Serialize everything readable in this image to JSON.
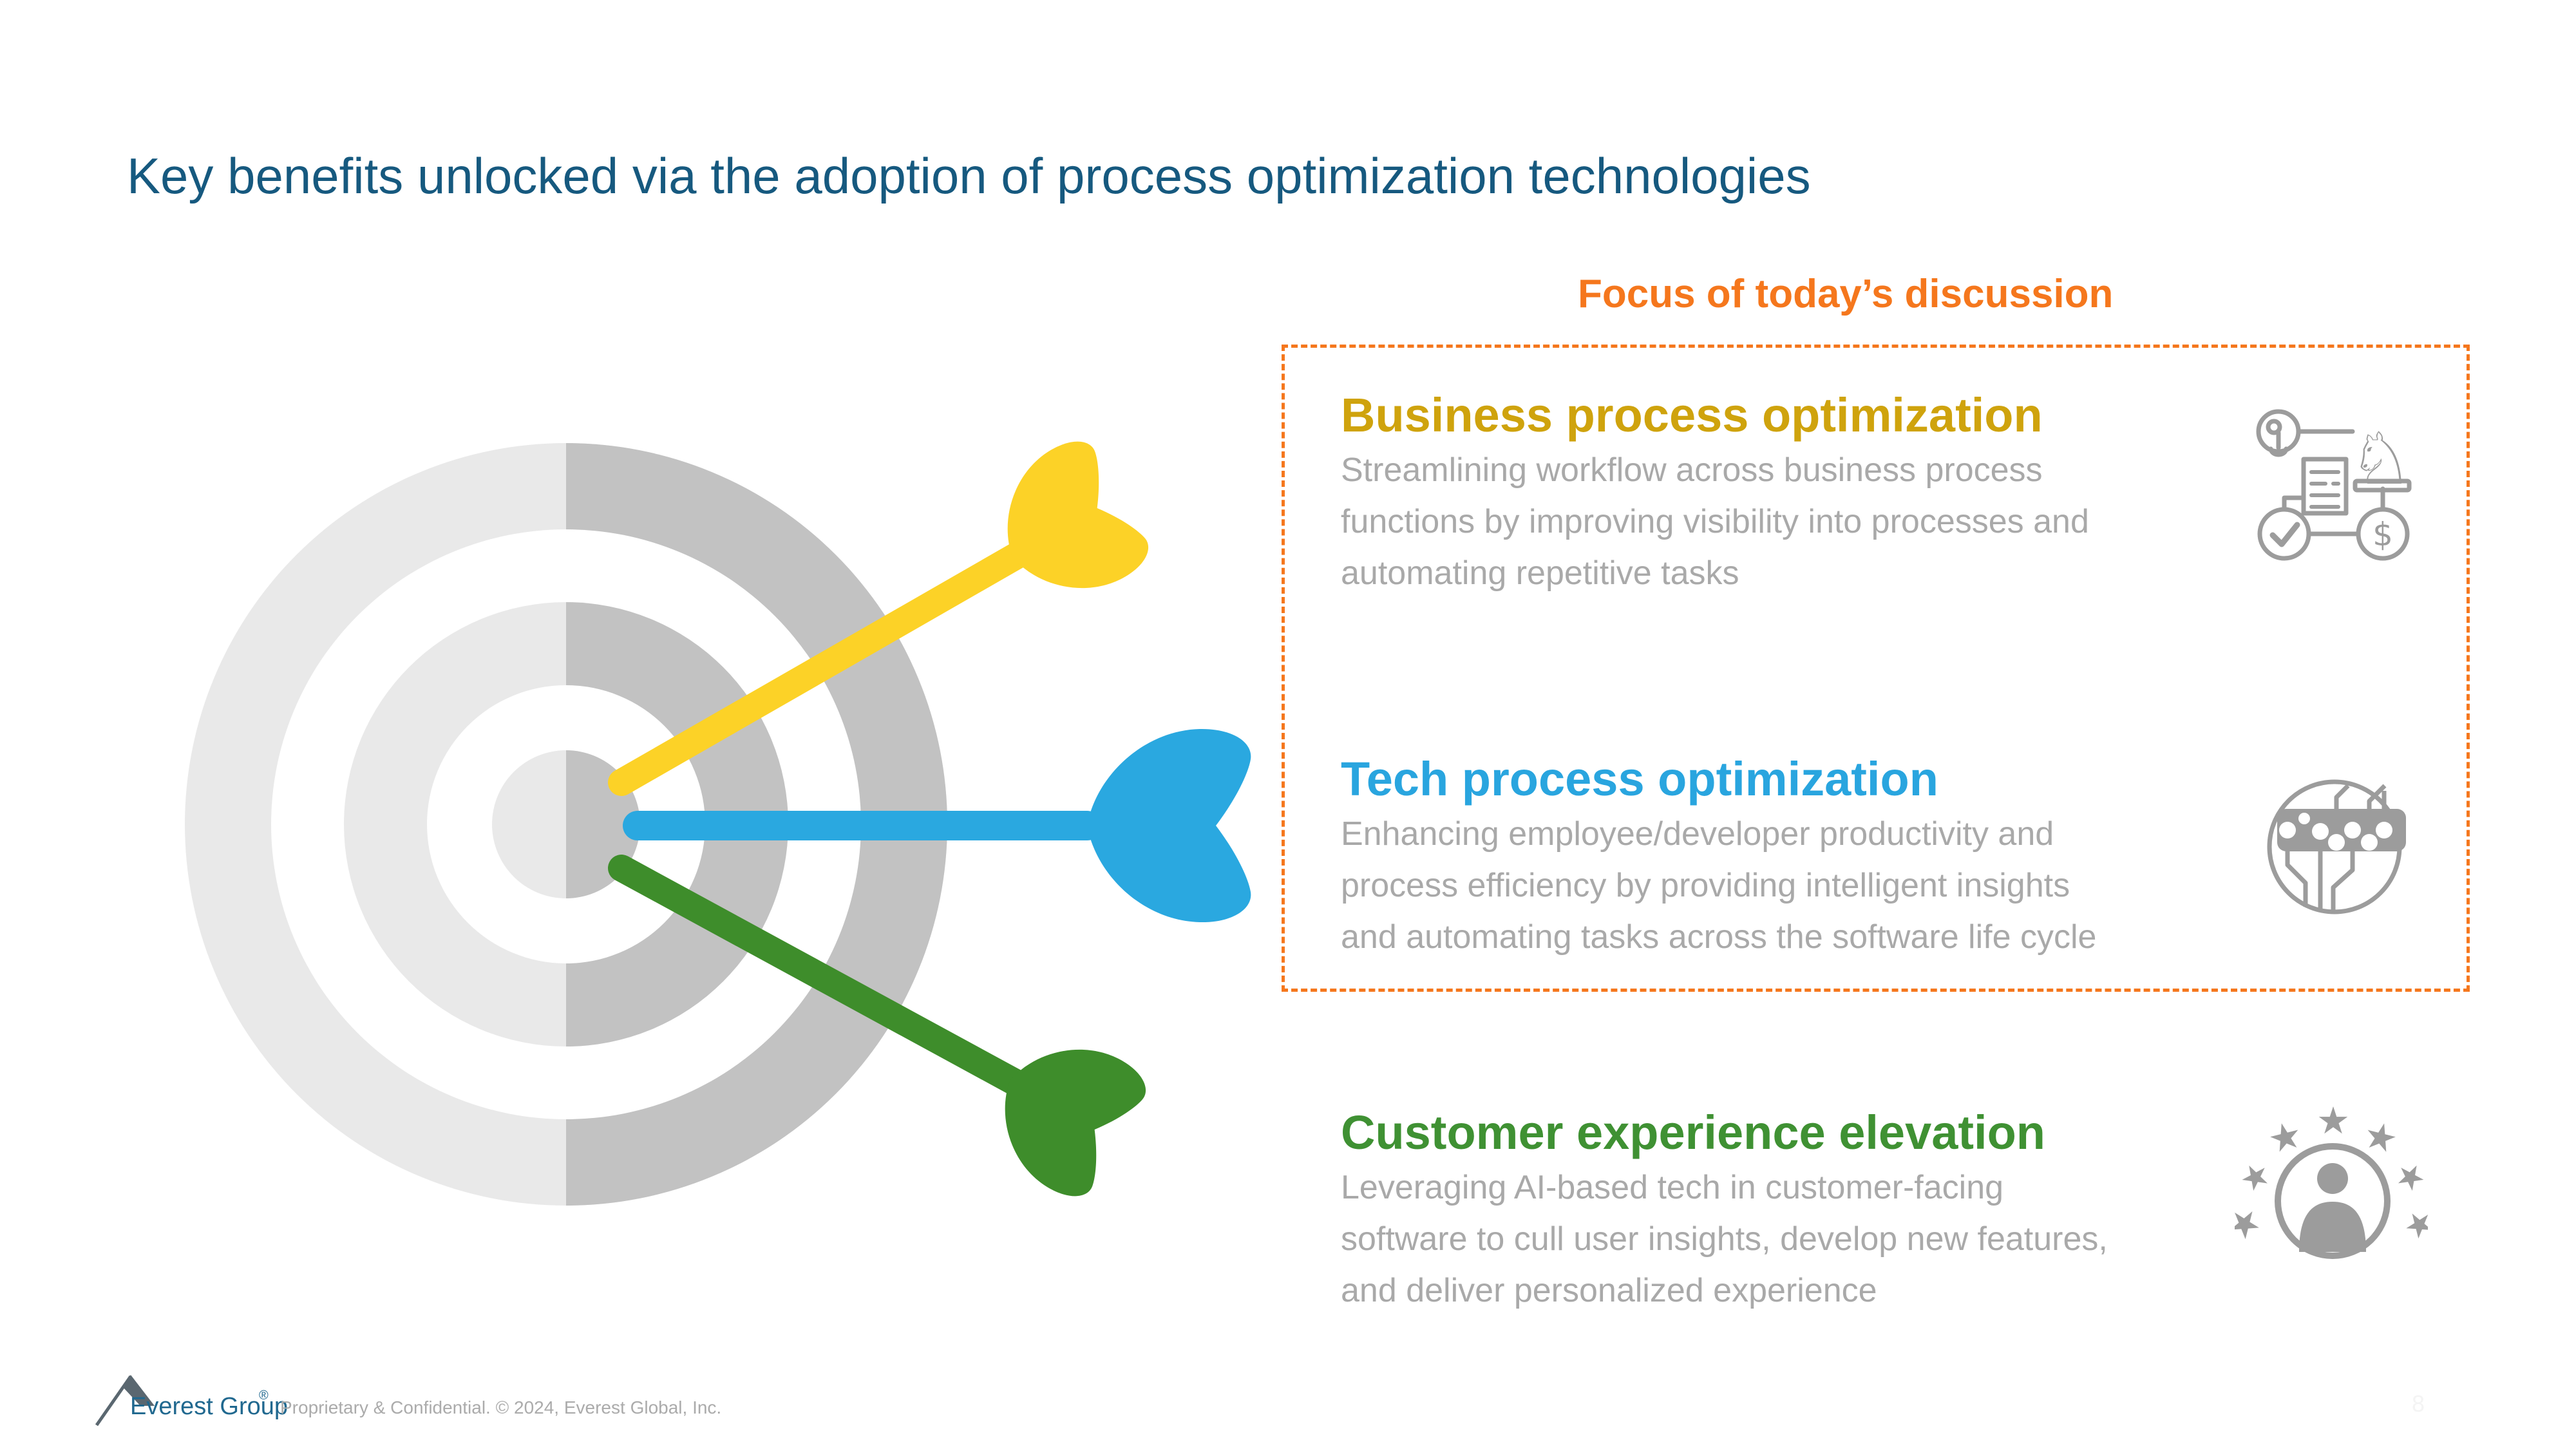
{
  "slide": {
    "title": "Key benefits unlocked via the adoption of process optimization technologies",
    "focus_label": "Focus of today’s discussion",
    "sections": [
      {
        "heading": "Business process optimization",
        "body": "Streamlining workflow across business process\nfunctions by improving visibility into processes and\nautomating repetitive tasks",
        "icon": "strategy-process-icon"
      },
      {
        "heading": "Tech process optimization",
        "body": "Enhancing employee/developer productivity and\nprocess efficiency by providing intelligent insights\nand automating tasks across the software life cycle",
        "icon": "circuit-board-icon"
      },
      {
        "heading": "Customer experience elevation",
        "body": "Leveraging AI-based tech in customer-facing\nsoftware to cull user insights, develop new features,\nand deliver personalized experience",
        "icon": "customer-stars-icon"
      }
    ],
    "graphic": {
      "type": "dartboard-with-three-arrows",
      "arrows": [
        "yellow",
        "blue",
        "green"
      ]
    },
    "footer": {
      "brand": "Everest Group",
      "registered_mark": "®",
      "confidential": "Proprietary & Confidential. © 2024, Everest Global, Inc.",
      "page_number": "8"
    },
    "colors": {
      "title_blue": "#16597F",
      "accent_orange": "#F5771D",
      "gold": "#CFA30D",
      "blue": "#29A5DF",
      "green": "#3F9133",
      "body_gray": "#A9A9A9",
      "icon_gray": "#9C9C9C",
      "arrow_yellow": "#FCD227",
      "arrow_blue": "#2AA8E0",
      "arrow_green": "#3E8D2B",
      "target_light": "#E9E9E9",
      "target_dark": "#C2C2C2",
      "logo_blue": "#20688F",
      "logo_peak_gray": "#5A6770"
    }
  }
}
